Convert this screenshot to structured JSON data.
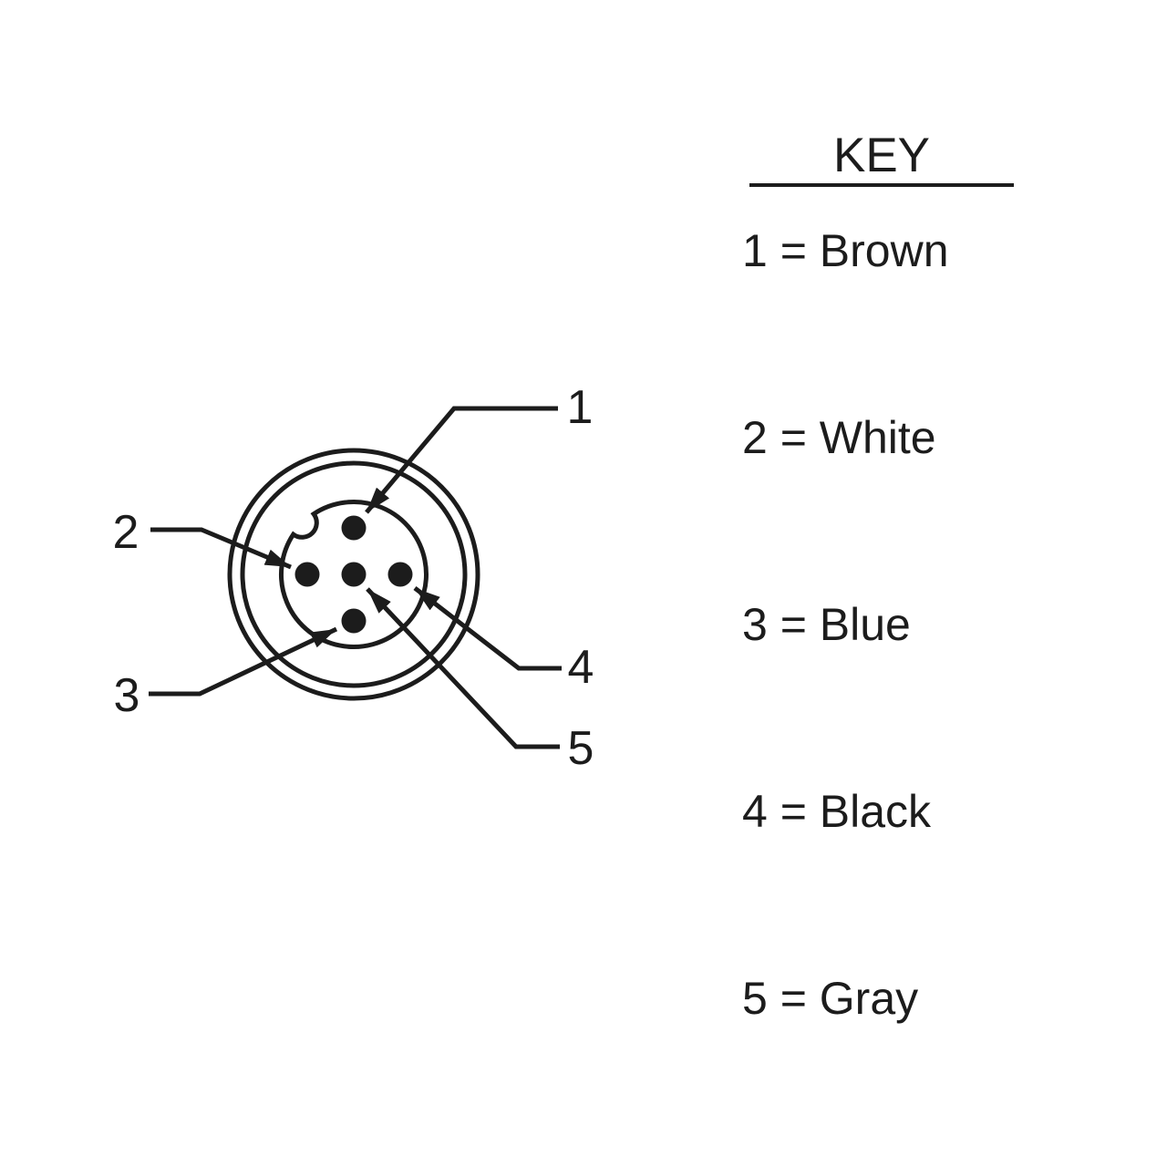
{
  "connector": {
    "pin_numbers": [
      "1",
      "2",
      "3",
      "4",
      "5"
    ]
  },
  "key": {
    "title": "KEY",
    "entries": [
      {
        "pin": "1",
        "color": "Brown",
        "label": "1 = Brown"
      },
      {
        "pin": "2",
        "color": "White",
        "label": "2 = White"
      },
      {
        "pin": "3",
        "color": "Blue",
        "label": "3 = Blue"
      },
      {
        "pin": "4",
        "color": "Black",
        "label": "4 = Black"
      },
      {
        "pin": "5",
        "color": "Gray",
        "label": "5 = Gray"
      }
    ]
  },
  "colors": {
    "ink": "#1c1c1c",
    "background": "#ffffff"
  }
}
